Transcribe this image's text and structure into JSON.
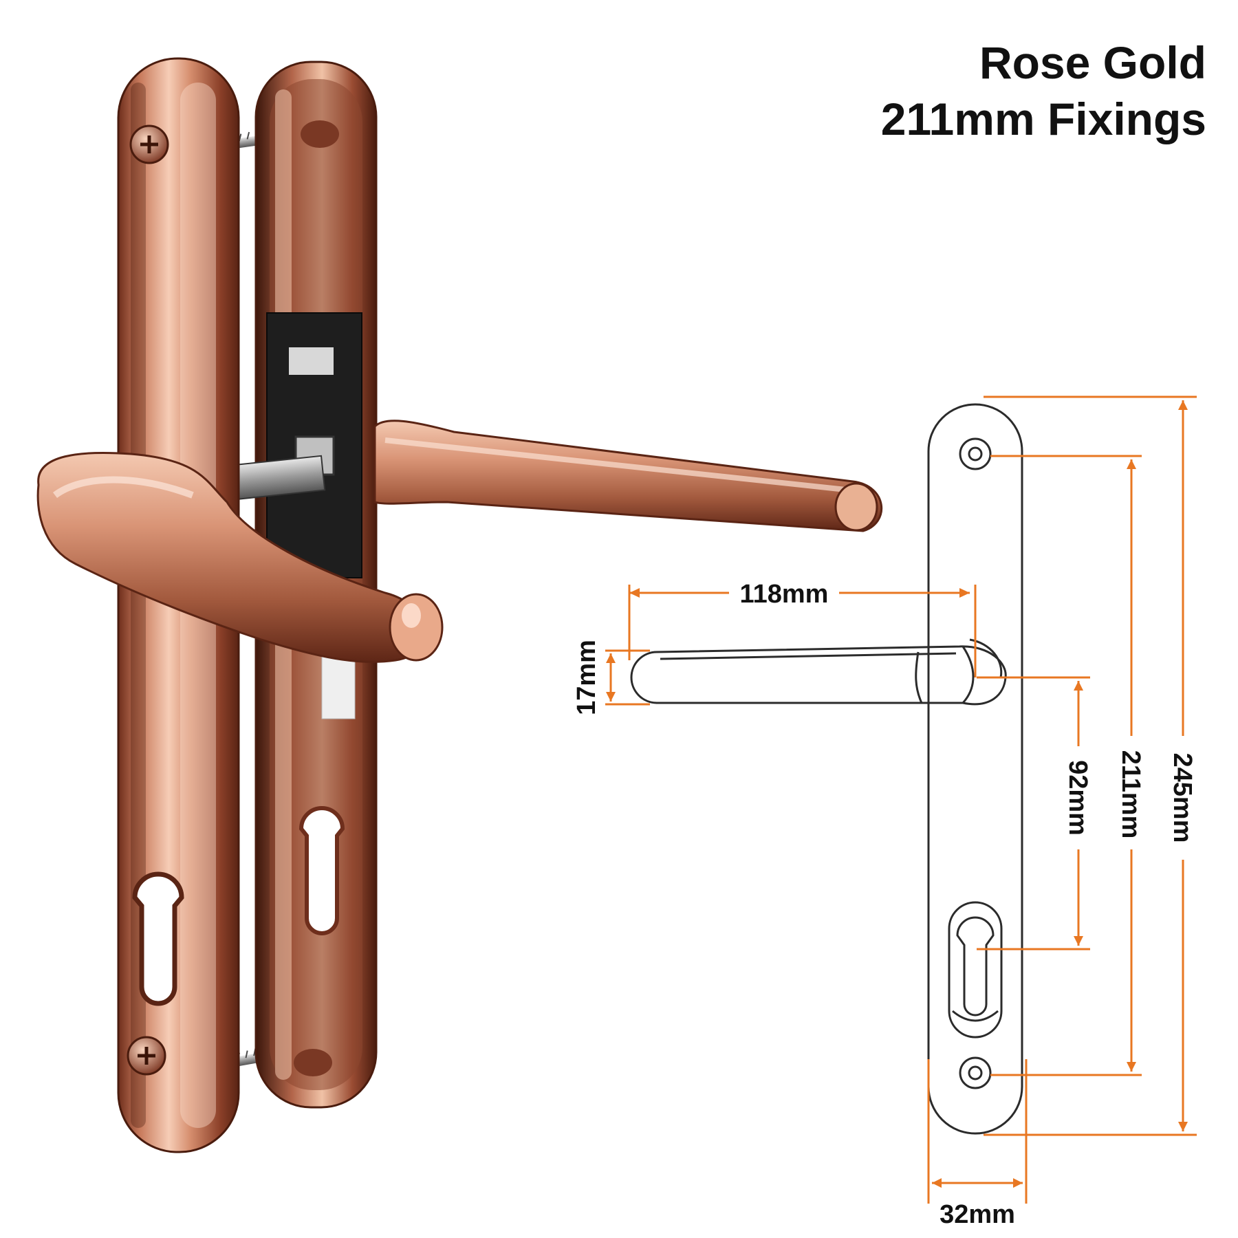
{
  "header": {
    "finish": "Rose Gold",
    "fixings": "211mm Fixings"
  },
  "colors": {
    "rose_gold_light": "#f3c2a8",
    "rose_gold_mid": "#c87a5c",
    "rose_gold_dark": "#6e2e1c",
    "dimension_line": "#e87722",
    "outline": "#2b2b2b"
  },
  "dimensions": {
    "lever_length": "118mm",
    "lever_thickness": "17mm",
    "spindle_to_cylinder": "92mm",
    "fixing_centres": "211mm",
    "backplate_height": "245mm",
    "backplate_width": "32mm"
  }
}
